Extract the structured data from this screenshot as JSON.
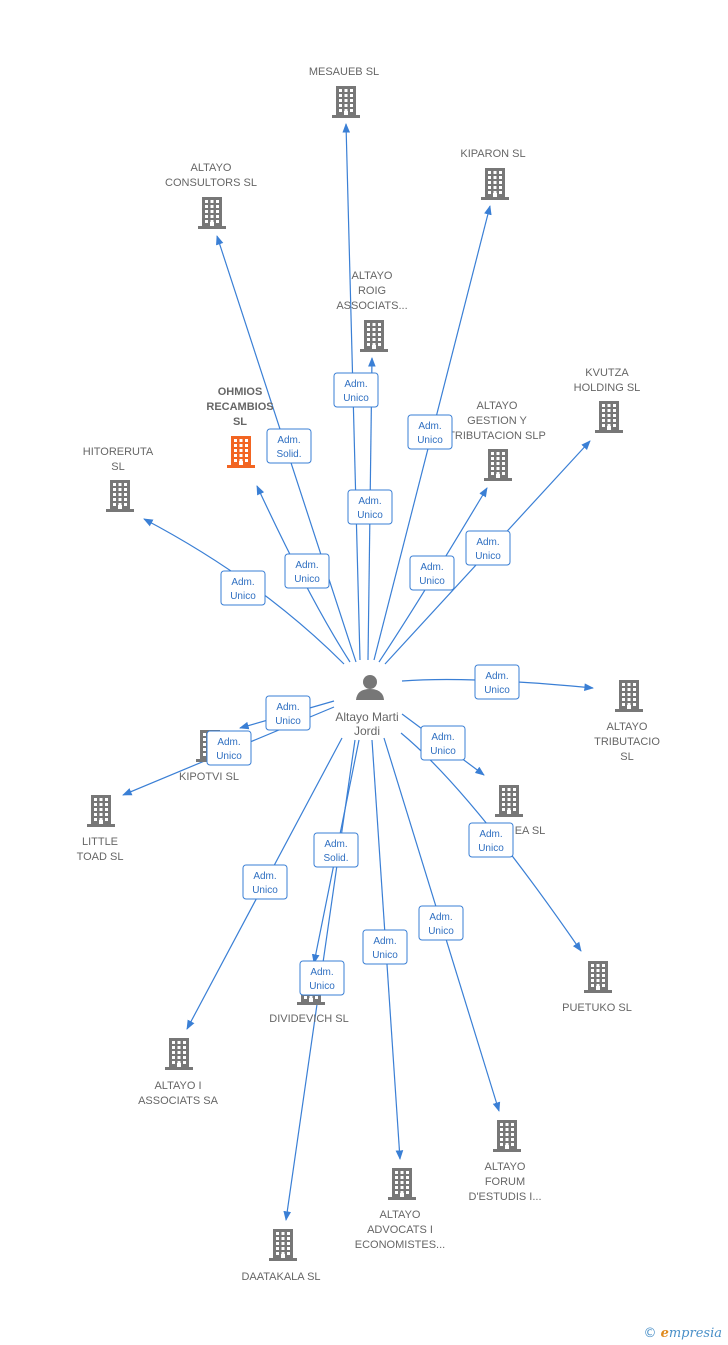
{
  "colors": {
    "edge": "#3a7fd5",
    "building": "#777777",
    "highlight": "#f26522",
    "person": "#777777"
  },
  "center": {
    "name": [
      "Altayo Marti",
      "Jordi"
    ],
    "icon": "person-icon"
  },
  "nodes": [
    {
      "id": "mesaueb",
      "label": [
        "MESAUEB  SL"
      ]
    },
    {
      "id": "kiparon",
      "label": [
        "KIPARON  SL"
      ]
    },
    {
      "id": "altayo-consultors",
      "label": [
        "ALTAYO",
        "CONSULTORS SL"
      ]
    },
    {
      "id": "altayo-roig",
      "label": [
        "ALTAYO",
        "ROIG",
        "ASSOCIATS..."
      ]
    },
    {
      "id": "ohmios",
      "label": [
        "OHMIOS",
        "RECAMBIOS",
        "SL"
      ],
      "highlight": true
    },
    {
      "id": "kvutza",
      "label": [
        "KVUTZA",
        "HOLDING  SL"
      ]
    },
    {
      "id": "altayo-gestion",
      "label": [
        "ALTAYO",
        "GESTION Y",
        "TRIBUTACION SLP"
      ]
    },
    {
      "id": "hitoreruta",
      "label": [
        "HITORERUTA",
        "SL"
      ]
    },
    {
      "id": "altayo-tributacio",
      "label": [
        "ALTAYO",
        "TRIBUTACIO",
        "SL"
      ]
    },
    {
      "id": "kipotvi",
      "label": [
        "KIPOTVI  SL"
      ]
    },
    {
      "id": "uuea",
      "label": [
        "EA SL"
      ]
    },
    {
      "id": "little-toad",
      "label": [
        "LITTLE",
        "TOAD SL"
      ]
    },
    {
      "id": "puetuko",
      "label": [
        "PUETUKO SL"
      ]
    },
    {
      "id": "dividevich",
      "label": [
        "DIVIDEVICH SL"
      ]
    },
    {
      "id": "altayo-associats",
      "label": [
        "ALTAYO I",
        "ASSOCIATS SA"
      ]
    },
    {
      "id": "altayo-forum",
      "label": [
        "ALTAYO",
        "FORUM",
        "D'ESTUDIS I..."
      ]
    },
    {
      "id": "altayo-advocats",
      "label": [
        "ALTAYO",
        "ADVOCATS I",
        "ECONOMISTES..."
      ]
    },
    {
      "id": "daatakala",
      "label": [
        "DAATAKALA  SL"
      ]
    }
  ],
  "edges": [
    {
      "to": "mesaueb",
      "role": [
        "Adm.",
        "Unico"
      ]
    },
    {
      "to": "altayo-consultors",
      "role": [
        "Adm.",
        "Solid."
      ]
    },
    {
      "to": "altayo-roig",
      "role": [
        "Adm.",
        "Unico"
      ]
    },
    {
      "to": "kiparon",
      "role": [
        "Adm.",
        "Unico"
      ]
    },
    {
      "to": "ohmios",
      "role": [
        "Adm.",
        "Unico"
      ]
    },
    {
      "to": "hitoreruta",
      "role": [
        "Adm.",
        "Unico"
      ]
    },
    {
      "to": "altayo-gestion",
      "role": [
        "Adm.",
        "Unico"
      ]
    },
    {
      "to": "kvutza",
      "role": [
        "Adm.",
        "Unico"
      ]
    },
    {
      "to": "altayo-tributacio",
      "role": [
        "Adm.",
        "Unico"
      ]
    },
    {
      "to": "kipotvi",
      "role": [
        "Adm.",
        "Unico"
      ]
    },
    {
      "to": "little-toad",
      "role": [
        "Adm.",
        "Unico"
      ]
    },
    {
      "to": "uuea",
      "role": [
        "Adm.",
        "Unico"
      ]
    },
    {
      "to": "puetuko",
      "role": [
        "Adm.",
        "Unico"
      ]
    },
    {
      "to": "altayo-associats",
      "role": [
        "Adm.",
        "Unico"
      ]
    },
    {
      "to": "dividevich",
      "role": [
        "Adm.",
        "Solid."
      ]
    },
    {
      "to": "daatakala",
      "role": [
        "Adm.",
        "Unico"
      ]
    },
    {
      "to": "altayo-advocats",
      "role": [
        "Adm.",
        "Unico"
      ]
    },
    {
      "to": "altayo-forum",
      "role": [
        "Adm.",
        "Unico"
      ]
    }
  ],
  "credit": {
    "symbol": "©",
    "brand_initial": "e",
    "brand_rest": "mpresia"
  }
}
